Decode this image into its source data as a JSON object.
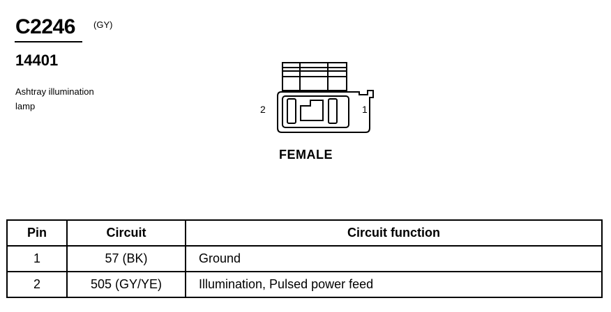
{
  "connector": {
    "id": "C2246",
    "color_code": "(GY)",
    "part_number": "14401",
    "description_line1": "Ashtray illumination",
    "description_line2": "lamp"
  },
  "diagram": {
    "pin_left_label": "2",
    "pin_right_label": "1",
    "gender_label": "FEMALE"
  },
  "table": {
    "headers": [
      "Pin",
      "Circuit",
      "Circuit function"
    ],
    "rows": [
      {
        "pin": "1",
        "circuit": "57 (BK)",
        "function": "Ground"
      },
      {
        "pin": "2",
        "circuit": "505 (GY/YE)",
        "function": "Illumination, Pulsed power feed"
      }
    ]
  }
}
